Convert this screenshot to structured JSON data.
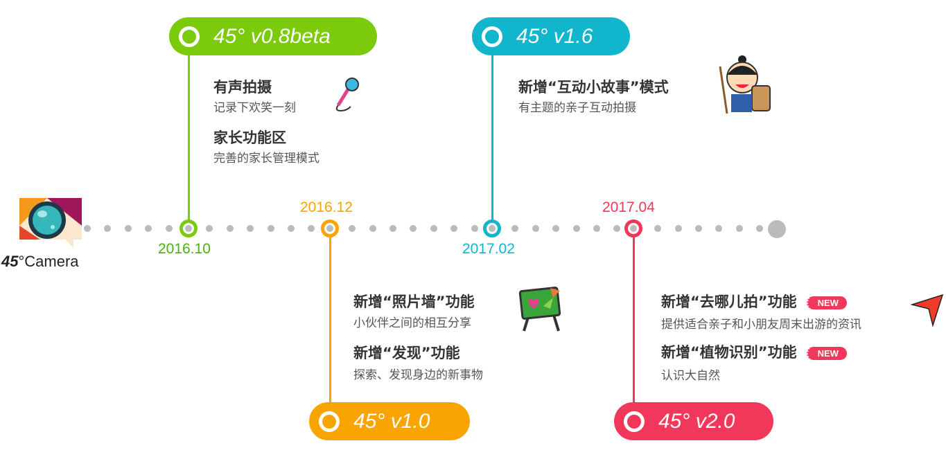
{
  "logo": {
    "text_bold": "45",
    "text_rest": "°Camera"
  },
  "colors": {
    "green": "#7cca0c",
    "orange": "#f9a400",
    "cyan": "#11b6cd",
    "red": "#f2385a",
    "dot": "#bbbbbb"
  },
  "versions": [
    {
      "label": "45° v0.8beta",
      "date": "2016.10"
    },
    {
      "label": "45° v1.0",
      "date": "2016.12"
    },
    {
      "label": "45° v1.6",
      "date": "2017.02"
    },
    {
      "label": "45° v2.0",
      "date": "2017.04"
    }
  ],
  "features": {
    "v08": [
      {
        "title": "有声拍摄",
        "desc": "记录下欢笑一刻",
        "icon": "microphone-icon"
      },
      {
        "title": "家长功能区",
        "desc": "完善的家长管理模式"
      }
    ],
    "v10": [
      {
        "title": "新增“照片墙”功能",
        "desc": "小伙伴之间的相互分享",
        "icon": "easel-icon"
      },
      {
        "title": "新增“发现”功能",
        "desc": "探索、发现身边的新事物"
      }
    ],
    "v16": [
      {
        "title": "新增“互动小故事”模式",
        "desc": "有主题的亲子互动拍摄",
        "icon": "cartoon-warrior-icon"
      }
    ],
    "v20": [
      {
        "title": "新增“去哪儿拍”功能",
        "desc": "提供适合亲子和小朋友周末出游的资讯",
        "badge": "NEW",
        "icon": "location-arrow-icon"
      },
      {
        "title": "新增“植物识别”功能",
        "desc": "认识大自然",
        "badge": "NEW"
      }
    ]
  }
}
